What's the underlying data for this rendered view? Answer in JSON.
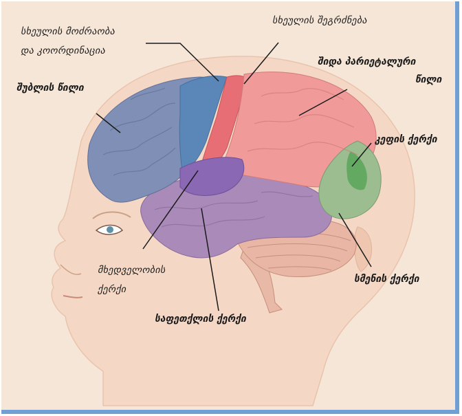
{
  "labels": {
    "motor_line1": "სხეულის მოძრაობა",
    "motor_line2": "და კოორდინაცია",
    "sensation": "სხეულის შეგრძნება",
    "frontal": "შუბლის წილი",
    "parietal_line1": "შიდა პარიეტალური",
    "parietal_line2": "წილი",
    "occipital": "კეფის ქერქი",
    "visual_line1": "მხედველობის",
    "visual_line2": "ქერქი",
    "auditory": "სმენის ქერქი",
    "temporal": "საფეთქლის ქერქი"
  },
  "colors": {
    "background": "#f6e6d8",
    "frame_border": "#6f9fd3",
    "frontal_lobe": "#7f8fb6",
    "motor_strip": "#5a86b8",
    "sensory_strip": "#e76e74",
    "parietal_lobe": "#f09a9a",
    "occipital_lobe": "#9bbd90",
    "occipital_spot": "#5aa65a",
    "temporal_lobe": "#a98ab8",
    "visual_area": "#8a68b4",
    "cerebellum": "#e9b6a6",
    "skin": "#f4d7c4"
  }
}
